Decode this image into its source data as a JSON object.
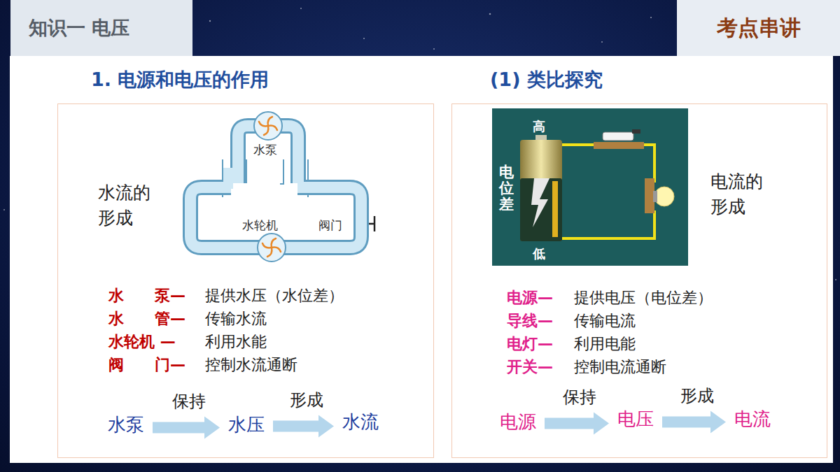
{
  "diagram": {
    "nodes": [
      {
        "text": [
          "知识一  电压"
        ]
      },
      {
        "text": [
          "考点串讲"
        ]
      },
      {
        "text": [
          "水流的 形成"
        ]
      },
      {
        "text": [
          "水泵"
        ],
        "in": 2
      },
      {
        "text": [
          "水压"
        ],
        "in": 2
      },
      {
        "text": [
          "水流"
        ],
        "in": 2
      },
      {
        "text": [
          "电流的 形成"
        ]
      },
      {
        "text": [
          "高",
          "电位差",
          "低"
        ],
        "in": 6
      },
      {
        "text": [
          "电源"
        ],
        "in": 6
      },
      {
        "text": [
          "电压"
        ],
        "in": 6
      },
      {
        "text": [
          "电流"
        ],
        "in": 6
      }
    ],
    "edges": [
      {
        "from": 3,
        "to": 4,
        "label": "保持",
        "arrow": "to"
      },
      {
        "from": 4,
        "to": 5,
        "label": "形成",
        "arrow": "to"
      },
      {
        "from": 8,
        "to": 9,
        "label": "保持",
        "arrow": "to"
      },
      {
        "from": 9,
        "to": 10,
        "label": "形成",
        "arrow": "to"
      }
    ],
    "labels": [
      "1. 电源和电压的作用",
      "(1) 类比探究",
      "水泵",
      "水轮机",
      "阀门",
      "水　　泵—",
      "提供水压（水位差）",
      "水　　管—",
      "传输水流",
      "水轮机 —",
      "利用水能",
      "阀　　门—",
      "控制水流通断",
      "电源—",
      "提供电压（电位差）",
      "导线—",
      "传输电流",
      "电灯—",
      "利用电能",
      "开关—",
      "控制电流通断"
    ]
  }
}
